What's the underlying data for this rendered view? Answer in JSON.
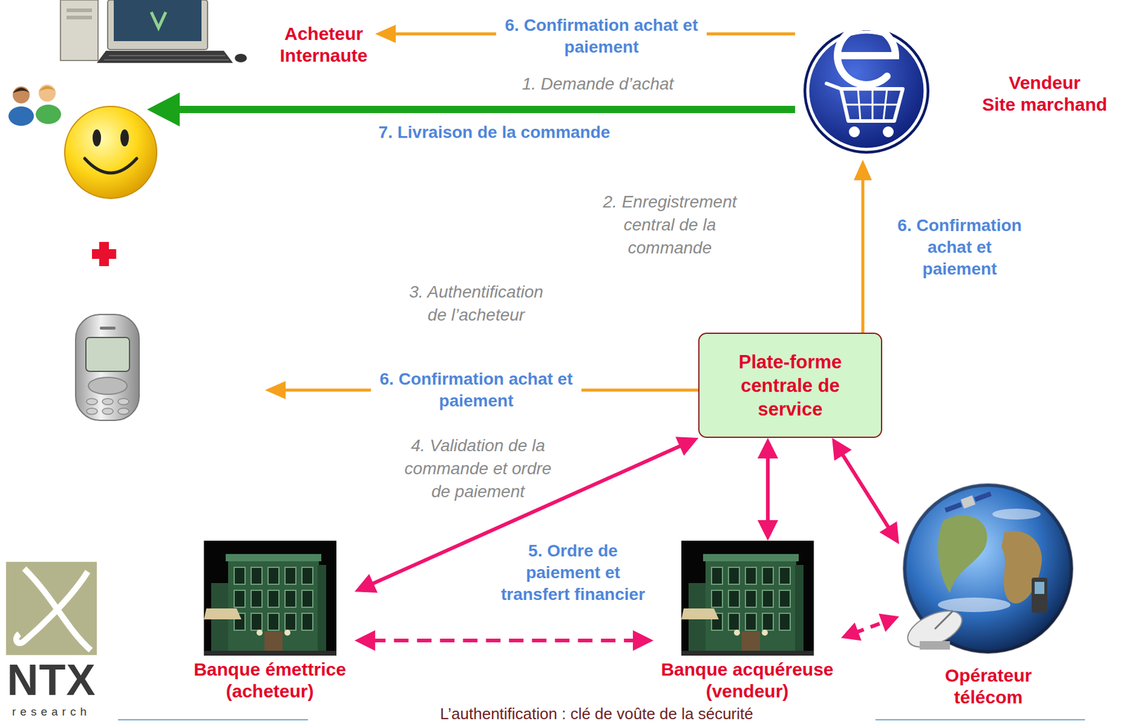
{
  "diagram": {
    "caption": "L’authentification : clé de voûte de la sécurité",
    "nodes": [
      {
        "text": [
          "Acheteur Internaute"
        ]
      },
      {
        "text": [
          "Vendeur",
          "Site marchand"
        ]
      },
      {
        "text": [
          "Plate-forme centrale de service"
        ]
      },
      {
        "text": [
          "Banque émettrice (acheteur)"
        ]
      },
      {
        "text": [
          "Banque acquéreuse (vendeur)"
        ]
      },
      {
        "text": [
          "Opérateur télécom"
        ]
      }
    ],
    "edges": [
      {
        "from": 1,
        "to": 0,
        "arrow": "to",
        "label": "6. Confirmation achat et paiement"
      },
      {
        "from": 2,
        "to": 1,
        "arrow": "to",
        "label": "6. Confirmation achat et paiement"
      },
      {
        "from": 2,
        "to": 3,
        "arrow": "both"
      },
      {
        "from": 2,
        "to": 4,
        "arrow": "both"
      },
      {
        "from": 2,
        "to": 5,
        "arrow": "both"
      },
      {
        "from": 3,
        "to": 4,
        "arrow": "both",
        "label": "5. Ordre de paiement et transfert financier"
      },
      {
        "from": 4,
        "to": 5,
        "arrow": "both"
      }
    ],
    "labels": [
      "1. Demande d’achat",
      "7. Livraison de la commande",
      "2. Enregistrement central de la commande",
      "3. Authentification de l’acheteur",
      "6. Confirmation achat et paiement",
      "4. Validation de la commande et ordre de paiement",
      "NTX",
      "research"
    ]
  }
}
